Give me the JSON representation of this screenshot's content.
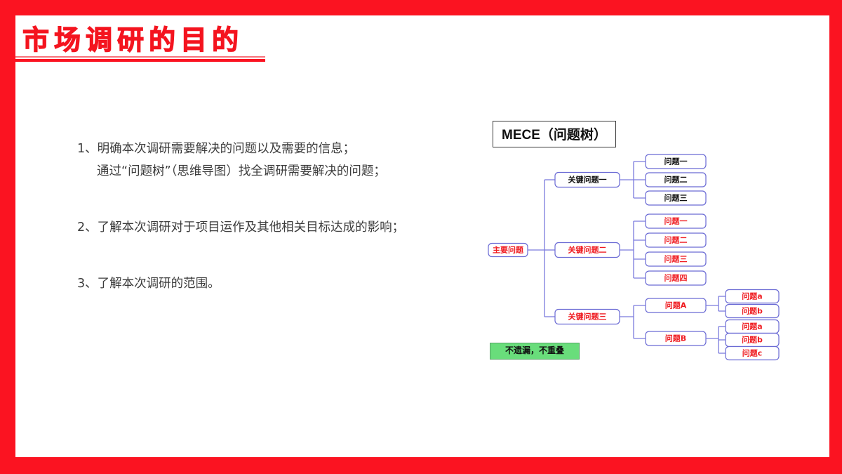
{
  "slide": {
    "title": "市场调研的目的",
    "frame_color": "#fb1321",
    "title_color": "#f4141f"
  },
  "bullets": [
    {
      "lines": [
        "1、明确本次调研需要解决的问题以及需要的信息；",
        "通过“问题树”（思维导图）找全调研需要解决的问题；"
      ]
    },
    {
      "lines": [
        "2、了解本次调研对于项目运作及其他相关目标达成的影响；"
      ]
    },
    {
      "lines": [
        "3、了解本次调研的范围。"
      ]
    }
  ],
  "diagram": {
    "title": "MECE（问题树）",
    "footer_note": "不遗漏，不重叠",
    "footer_bg": "#69dd7b",
    "link_color": "#7b7bdd",
    "node_border": "#6a6ad4",
    "root": "主要问题",
    "branches": [
      {
        "label": "关键问题一",
        "label_color": "black",
        "children": [
          {
            "label": "问题一",
            "color": "black",
            "children": []
          },
          {
            "label": "问题二",
            "color": "black",
            "children": []
          },
          {
            "label": "问题三",
            "color": "black",
            "children": []
          }
        ]
      },
      {
        "label": "关键问题二",
        "label_color": "red",
        "children": [
          {
            "label": "问题一",
            "color": "red",
            "children": []
          },
          {
            "label": "问题二",
            "color": "red",
            "children": []
          },
          {
            "label": "问题三",
            "color": "red",
            "children": []
          },
          {
            "label": "问题四",
            "color": "red",
            "children": []
          }
        ]
      },
      {
        "label": "关键问题三",
        "label_color": "red",
        "children": [
          {
            "label": "问题A",
            "color": "red",
            "children": [
              {
                "label": "问题a",
                "color": "red"
              },
              {
                "label": "问题b",
                "color": "red"
              }
            ]
          },
          {
            "label": "问题B",
            "color": "red",
            "children": [
              {
                "label": "问题a",
                "color": "red"
              },
              {
                "label": "问题b",
                "color": "red"
              },
              {
                "label": "问题c",
                "color": "red"
              }
            ]
          }
        ]
      }
    ]
  }
}
